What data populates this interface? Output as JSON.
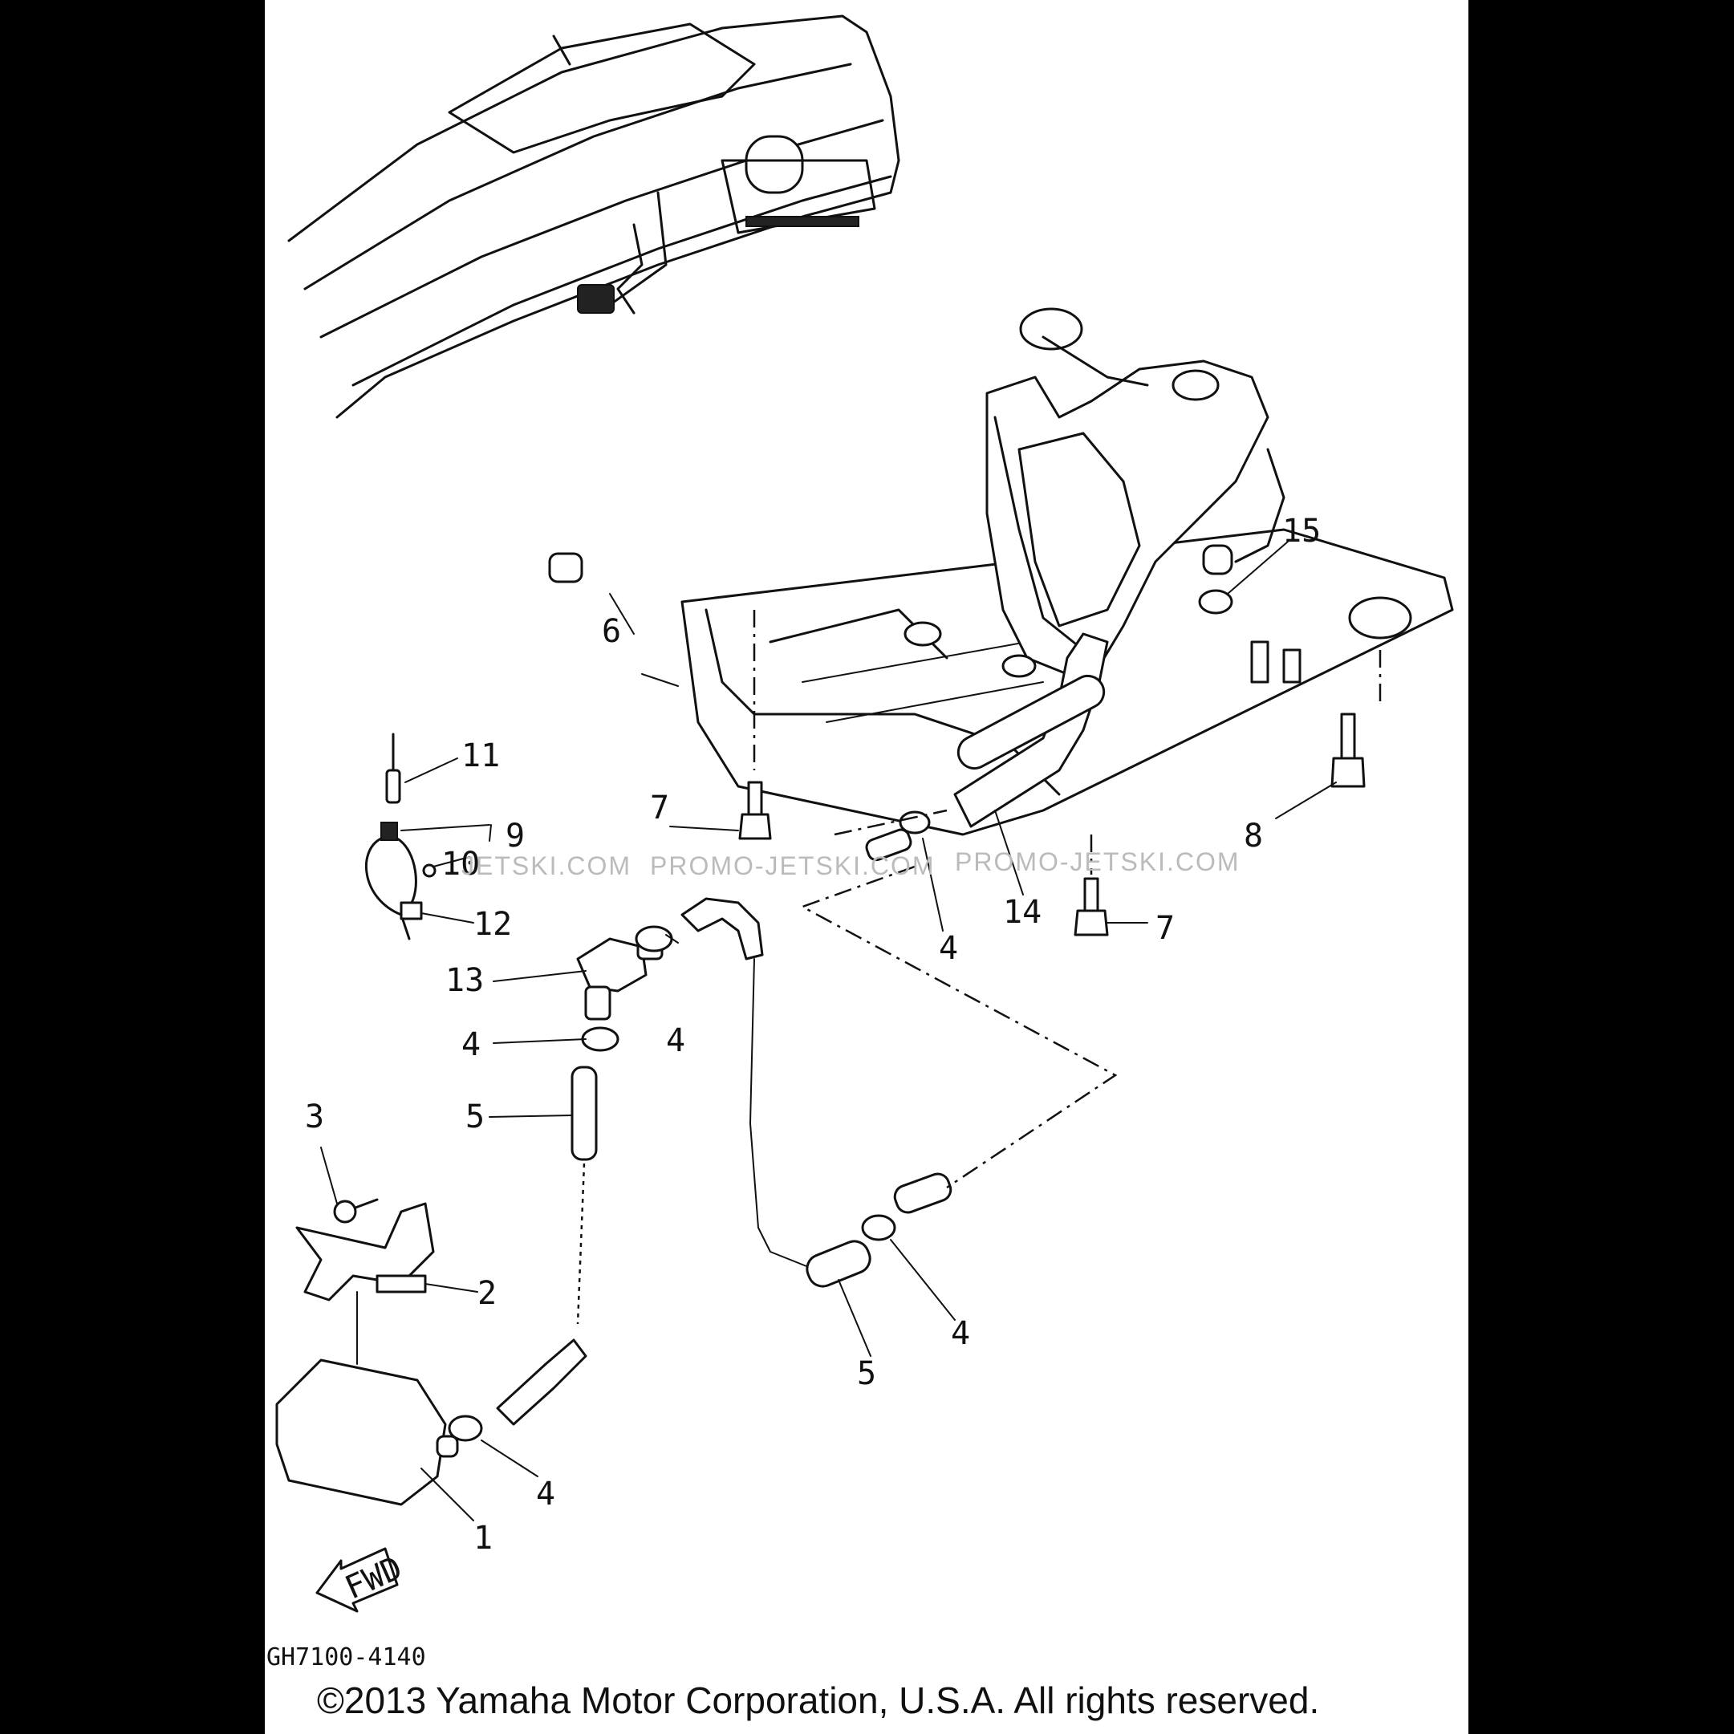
{
  "diagram": {
    "callouts": [
      "1",
      "2",
      "3",
      "4",
      "4",
      "4",
      "4",
      "4",
      "5",
      "5",
      "6",
      "7",
      "7",
      "8",
      "9",
      "10",
      "11",
      "12",
      "13",
      "14",
      "15"
    ],
    "fwd_label": "FWD",
    "drawing_code": "GH7100-4140",
    "watermark_left": "JETSKI.COM",
    "watermark_mid": "PROMO-JETSKI.COM",
    "watermark_right": "PROMO-JETSKI.COM",
    "copyright": "©2013 Yamaha Motor Corporation, U.S.A. All rights reserved."
  }
}
